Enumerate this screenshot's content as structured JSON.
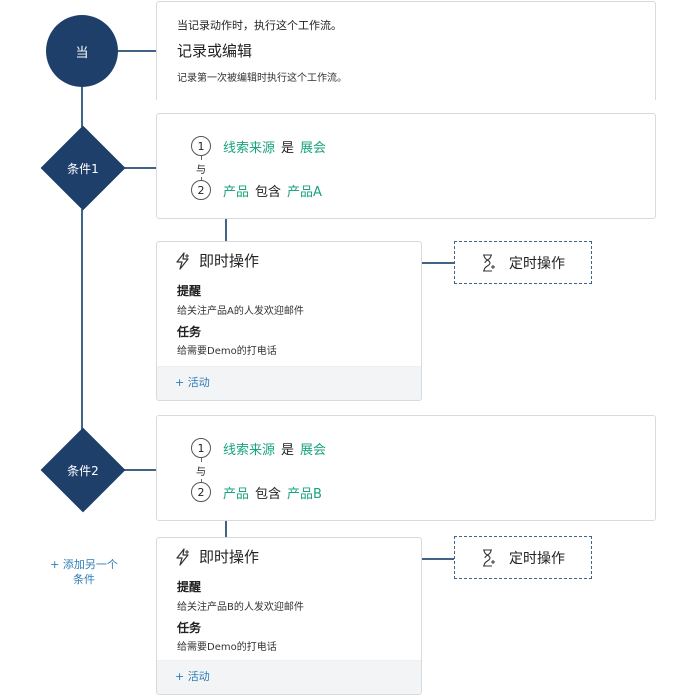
{
  "trigger_node": {
    "label": "当"
  },
  "trigger_card": {
    "hint": "当记录动作时，执行这个工作流。",
    "title": "记录或编辑",
    "description": "记录第一次被编辑时执行这个工作流。"
  },
  "conditions": [
    {
      "node_label": "条件1",
      "and_label": "与",
      "rules": [
        {
          "num": "1",
          "field": "线索来源",
          "op": "是",
          "value": "展会"
        },
        {
          "num": "2",
          "field": "产品",
          "op": "包含",
          "value": "产品A"
        }
      ],
      "action": {
        "title": "即时操作",
        "reminder_label": "提醒",
        "reminder_text": "给关注产品A的人发欢迎邮件",
        "task_label": "任务",
        "task_text": "给需要Demo的打电话",
        "add_activity": "+ 活动"
      },
      "timed_action": "定时操作"
    },
    {
      "node_label": "条件2",
      "and_label": "与",
      "rules": [
        {
          "num": "1",
          "field": "线索来源",
          "op": "是",
          "value": "展会"
        },
        {
          "num": "2",
          "field": "产品",
          "op": "包含",
          "value": "产品B"
        }
      ],
      "action": {
        "title": "即时操作",
        "reminder_label": "提醒",
        "reminder_text": "给关注产品B的人发欢迎邮件",
        "task_label": "任务",
        "task_text": "给需要Demo的打电话",
        "add_activity": "+ 活动"
      },
      "timed_action": "定时操作"
    }
  ],
  "add_condition": {
    "line1": "+ 添加另一个",
    "line2": "条件"
  },
  "colors": {
    "node_fill": "#1f3f6b",
    "connector": "#3f6486",
    "accent_green": "#19a37e",
    "link_blue": "#2c7db9"
  },
  "icons": {
    "instant_action": "lightning-icon",
    "timed_action": "hourglass-icon"
  }
}
